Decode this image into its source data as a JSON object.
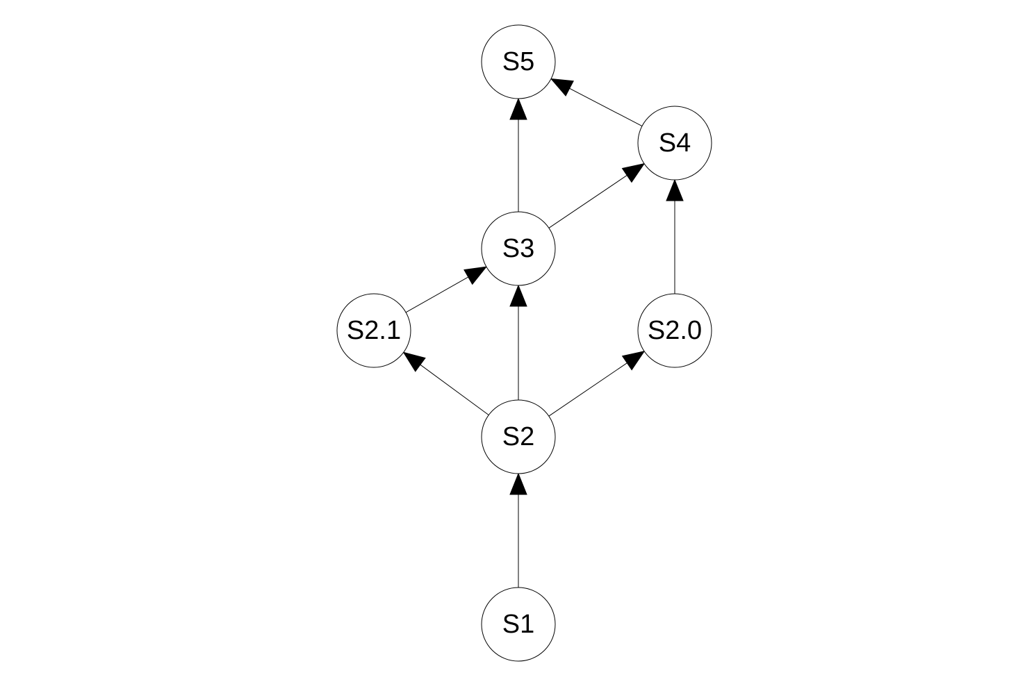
{
  "nodes": [
    {
      "id": "S1",
      "label": "S1"
    },
    {
      "id": "S2",
      "label": "S2"
    },
    {
      "id": "S2.1",
      "label": "S2.1"
    },
    {
      "id": "S2.0",
      "label": "S2.0"
    },
    {
      "id": "S3",
      "label": "S3"
    },
    {
      "id": "S4",
      "label": "S4"
    },
    {
      "id": "S5",
      "label": "S5"
    }
  ],
  "edges": [
    {
      "from": "S1",
      "to": "S2"
    },
    {
      "from": "S2",
      "to": "S2.1"
    },
    {
      "from": "S2",
      "to": "S3"
    },
    {
      "from": "S2",
      "to": "S2.0"
    },
    {
      "from": "S2.1",
      "to": "S3"
    },
    {
      "from": "S3",
      "to": "S5"
    },
    {
      "from": "S3",
      "to": "S4"
    },
    {
      "from": "S2.0",
      "to": "S4"
    },
    {
      "from": "S4",
      "to": "S5"
    }
  ]
}
